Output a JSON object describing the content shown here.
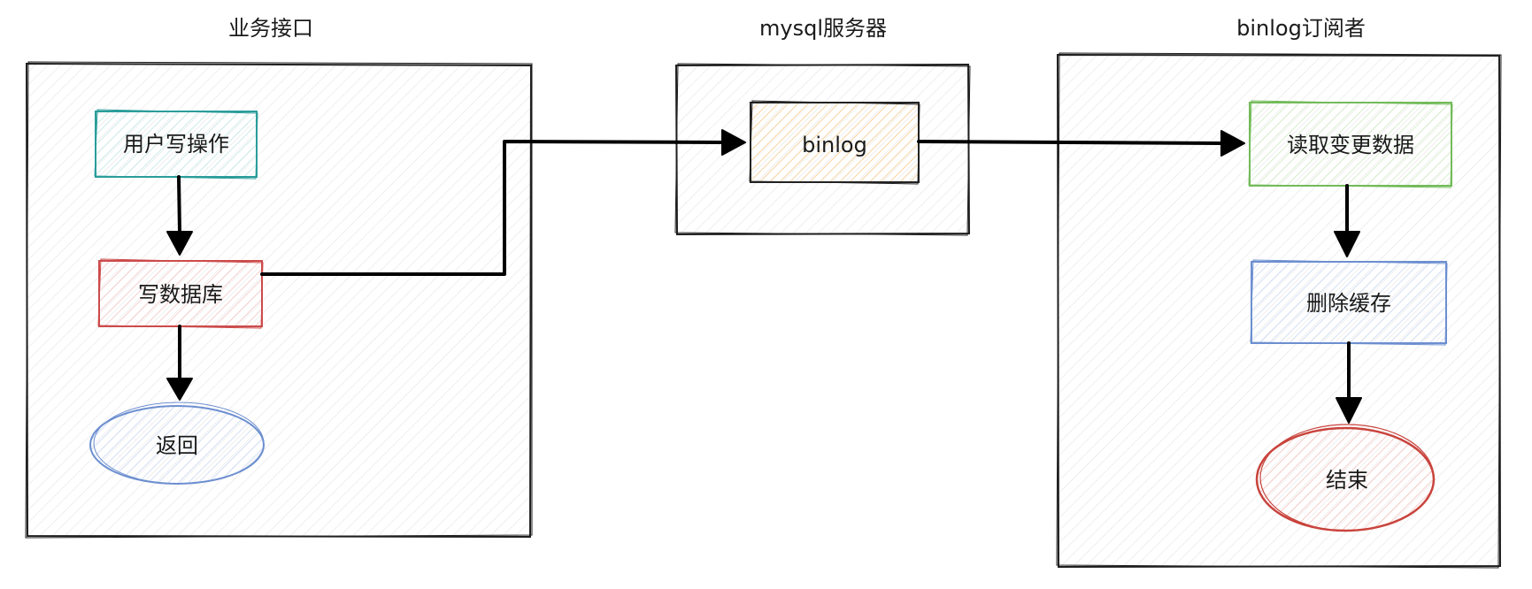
{
  "groups": {
    "business": {
      "title": "业务接口"
    },
    "mysql": {
      "title": "mysql服务器"
    },
    "subscriber": {
      "title": "binlog订阅者"
    }
  },
  "nodes": {
    "user_write": {
      "label": "用户写操作",
      "stroke": "#2a9d9a",
      "fill": "#d8f1ef"
    },
    "write_db": {
      "label": "写数据库",
      "stroke": "#cc4b4b",
      "fill": "#f7d7d7"
    },
    "return": {
      "label": "返回",
      "stroke": "#6d8fd0",
      "fill": "#dce6f7"
    },
    "binlog": {
      "label": "binlog",
      "stroke": "#222222",
      "fill": "#fbe3c3"
    },
    "read_changes": {
      "label": "读取变更数据",
      "stroke": "#73bb5a",
      "fill": "#e2f3da"
    },
    "delete_cache": {
      "label": "删除缓存",
      "stroke": "#6d8fd0",
      "fill": "#dde6f6"
    },
    "end": {
      "label": "结束",
      "stroke": "#c9443d",
      "fill": "#f6d8d6"
    }
  },
  "colors": {
    "edge": "#000000",
    "container_stroke": "#1f1f1f",
    "hatch_gray": "#e2e2e2"
  }
}
